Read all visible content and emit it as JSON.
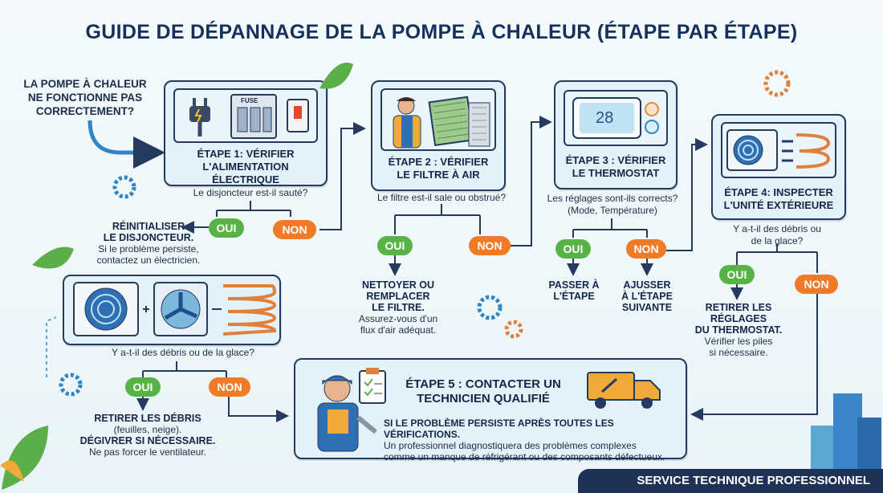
{
  "title": "GUIDE DE DÉPANNAGE DE LA POMPE À CHALEUR (ÉTAPE PAR ÉTAPE)",
  "start_text": [
    "LA POMPE À CHALEUR",
    "NE FONCTIONNE PAS",
    "CORRECTEMENT?"
  ],
  "steps": {
    "s1": [
      "ÉTAPE 1: VÉRIFIER",
      "L'ALIMENTATION ÉLECTRIQUE"
    ],
    "s2": [
      "ÉTAPE 2 : VÉRIFIER",
      "LE FILTRE À AIR"
    ],
    "s3": [
      "ÉTAPE 3 : VÉRIFIER",
      "LE THERMOSTAT"
    ],
    "s4": [
      "ÉTAPE 4: INSPECTER",
      "L'UNITÉ EXTÉRIEURE"
    ],
    "s5": [
      "ÉTAPE 5 : CONTACTER UN",
      "TECHNICIEN QUALIFIÉ"
    ]
  },
  "fuse_label": "FUSE",
  "thermostat_value": "28",
  "questions": {
    "q1": "Le disjoncteur est-il sauté?",
    "q2": "Le filtre est-il sale ou obstrué?",
    "q3": [
      "Les réglages sont-ils corrects?",
      "(Mode, Température)"
    ],
    "q4": [
      "Y a-t-il des débris ou",
      "de la glace?"
    ],
    "q5": "Y a-t-il des débris ou de la glace?"
  },
  "oui": "OUI",
  "non": "NON",
  "actions": {
    "a1": {
      "bold": [
        "RÉINITIALISER",
        "LE DISJONCTEUR."
      ],
      "text": [
        "Si le problème persiste,",
        "contactez un électricien."
      ]
    },
    "a2": {
      "bold": [
        "NETTOYER OU",
        "REMPLACER",
        "LE FILTRE."
      ],
      "text": [
        "Assurez-vous d'un",
        "flux d'air adéquat."
      ]
    },
    "a3": {
      "bold": [
        "PASSER À",
        "L'ÉTAPE"
      ]
    },
    "a4": {
      "bold": [
        "AJUSSER",
        "À L'ÉTAPE",
        "SUIVANTE"
      ]
    },
    "a5": {
      "bold": [
        "RETIRER LES",
        "RÉGLAGES",
        "DU THERMOSTAT."
      ],
      "text": [
        "Vérifier les piles",
        "si nécessaire."
      ]
    },
    "a6": {
      "bold": [
        "RETIRER LES DÉBRIS"
      ],
      "text": [
        "(feuilles, neige)."
      ],
      "bold2": [
        "DÉGIVRER SI NÉCESSAIRE."
      ],
      "text2": [
        "Ne pas forcer le ventilateur."
      ]
    }
  },
  "step5_bold": "SI LE PROBLÈME PERSISTE APRÈS TOUTES LES VÉRIFICATIONS.",
  "step5_text": [
    "Un professionnel diagnostiquera des problèmes complexes",
    "comme un manque de réfrigérant ou des composants défectueux."
  ],
  "footer": "SERVICE TECHNIQUE PROFESSIONNEL",
  "colors": {
    "navy": "#16305c",
    "oui": "#58b347",
    "non": "#f07a26",
    "card": "#e3f2f8"
  }
}
